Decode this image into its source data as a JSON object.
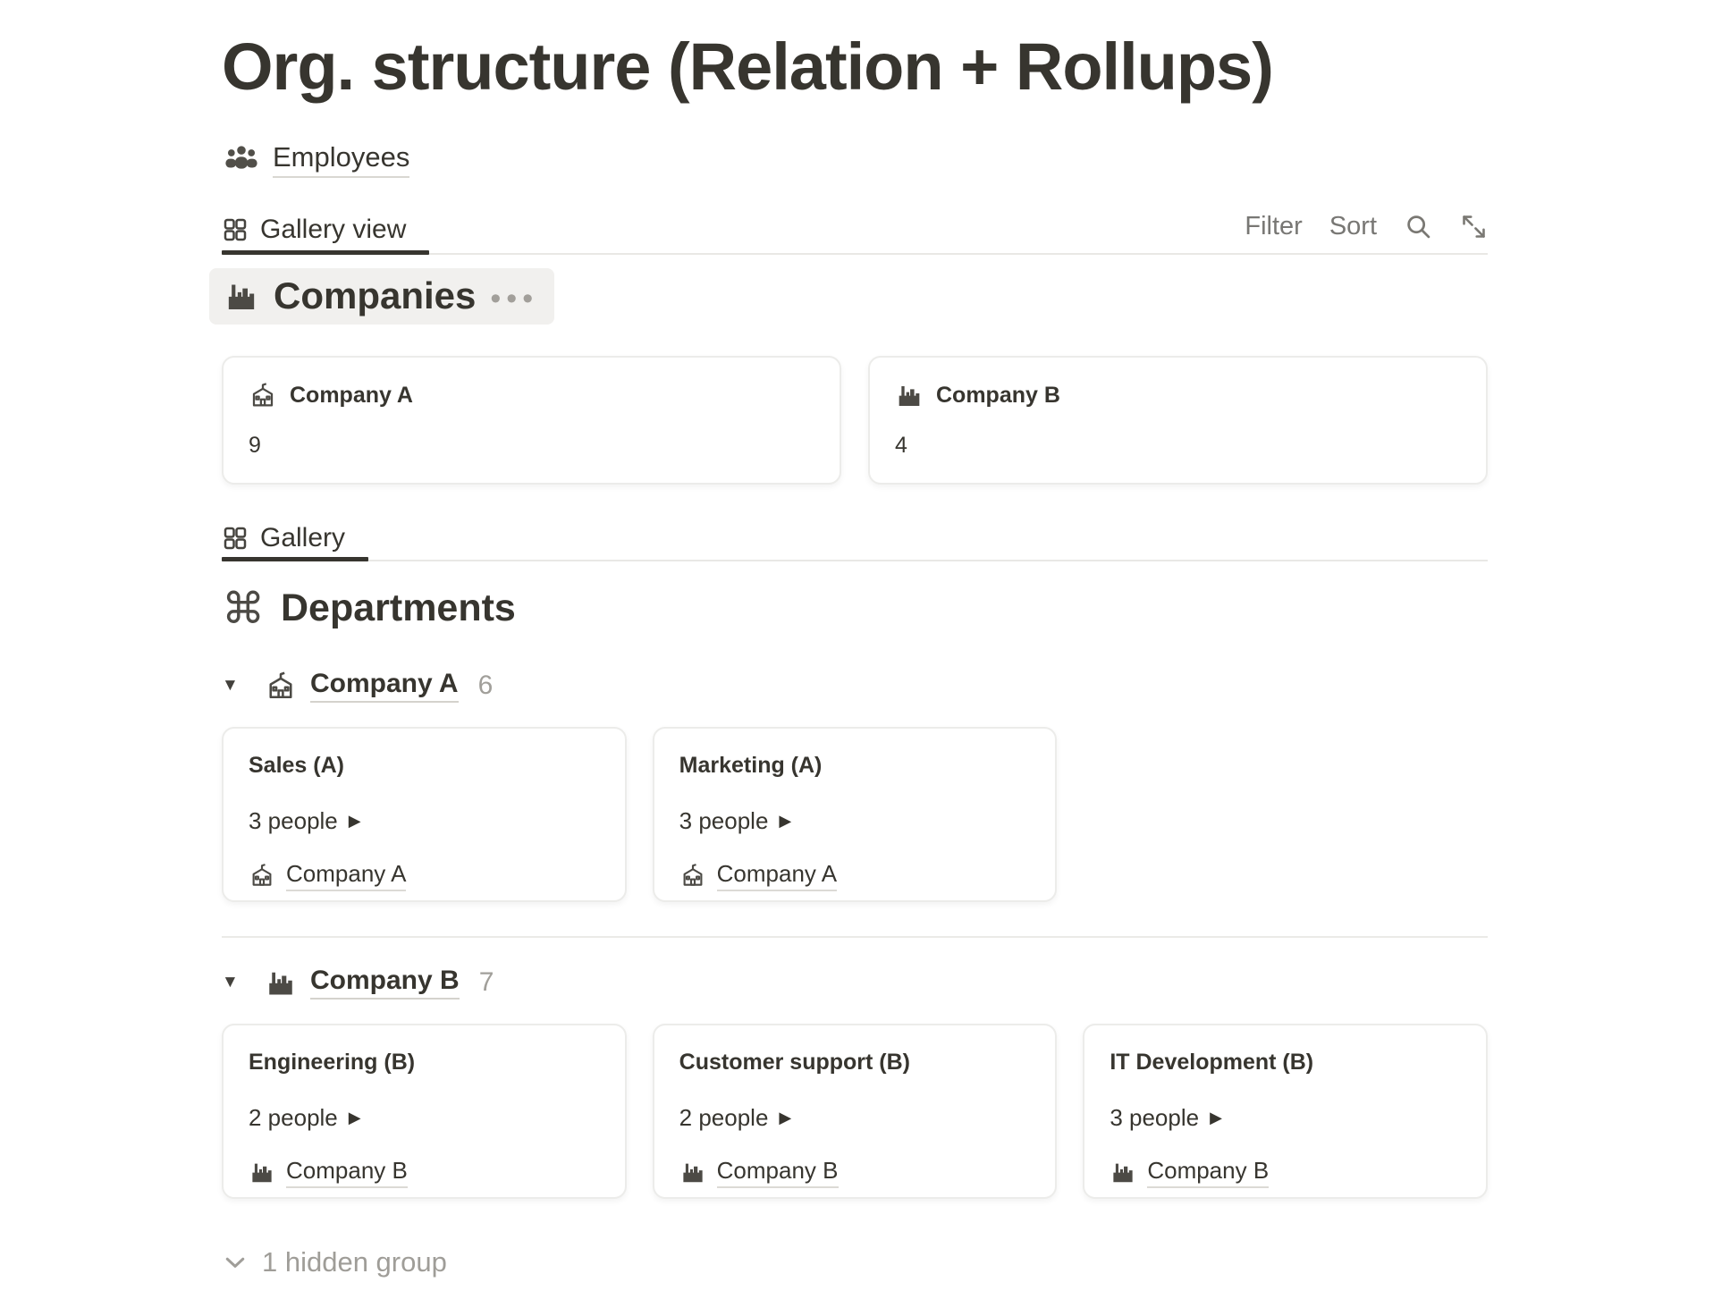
{
  "page": {
    "title": "Org. structure (Relation + Rollups)"
  },
  "employees_link": {
    "label": "Employees",
    "icon": "people-icon"
  },
  "companies": {
    "view_tab": "Gallery view",
    "toolbar": {
      "filter_label": "Filter",
      "sort_label": "Sort",
      "icons": [
        "search-icon",
        "expand-icon"
      ]
    },
    "title": "Companies",
    "title_icon": "factory-icon",
    "menu_dots": "•••",
    "cards": [
      {
        "title": "Company A",
        "icon": "school-icon",
        "rollup_count": "9"
      },
      {
        "title": "Company B",
        "icon": "factory-icon",
        "rollup_count": "4"
      }
    ]
  },
  "departments": {
    "view_tab": "Gallery",
    "title": "Departments",
    "title_icon": "command-icon",
    "groups": [
      {
        "label": "Company A",
        "icon": "school-icon",
        "count": "6",
        "cards": [
          {
            "title": "Sales (A)",
            "people": "3 people",
            "company": "Company A",
            "company_icon": "school-icon"
          },
          {
            "title": "Marketing (A)",
            "people": "3 people",
            "company": "Company A",
            "company_icon": "school-icon"
          }
        ]
      },
      {
        "label": "Company B",
        "icon": "factory-icon",
        "count": "7",
        "cards": [
          {
            "title": "Engineering (B)",
            "people": "2 people",
            "company": "Company B",
            "company_icon": "factory-icon"
          },
          {
            "title": "Customer support (B)",
            "people": "2 people",
            "company": "Company B",
            "company_icon": "factory-icon"
          },
          {
            "title": "IT Development (B)",
            "people": "3 people",
            "company": "Company B",
            "company_icon": "factory-icon"
          }
        ]
      }
    ],
    "hidden_group": "1 hidden group"
  },
  "icons": {
    "command": "⌘",
    "triangle_down": "▼",
    "play": "▶",
    "dots": "•••"
  },
  "colors": {
    "text": "#37352f",
    "secondary_text": "#787774",
    "muted_text": "#a19f9a",
    "divider": "#e9e8e5",
    "pill_background": "#f1f0ee",
    "card_border": "#ececea",
    "active_tab_indicator": "#37352f"
  }
}
